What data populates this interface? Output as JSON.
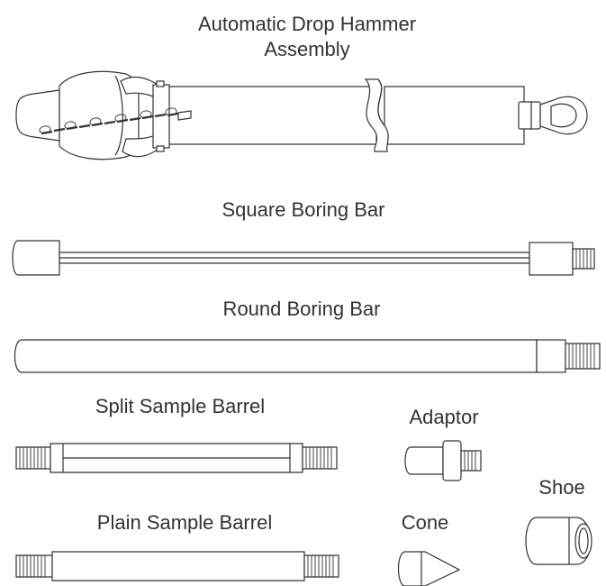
{
  "labels": {
    "hammer_line1": "Automatic Drop Hammer",
    "hammer_line2": "Assembly",
    "square_bar": "Square Boring Bar",
    "round_bar": "Round Boring Bar",
    "split_barrel": "Split Sample Barrel",
    "plain_barrel": "Plain Sample Barrel",
    "adaptor": "Adaptor",
    "shoe": "Shoe",
    "cone": "Cone"
  },
  "colors": {
    "stroke": "#333333",
    "background": "#ffffff"
  }
}
